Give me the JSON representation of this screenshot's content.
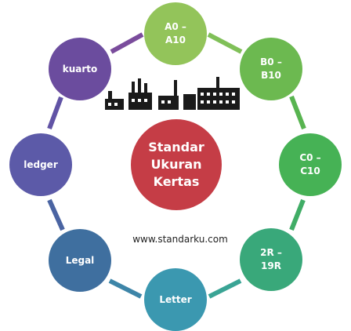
{
  "center": {
    "title": "Standar\nUkuran\nKertas"
  },
  "website": "www.standarku.com",
  "nodes": [
    {
      "label": "A0 –\nA10",
      "color": "#93c45a"
    },
    {
      "label": "B0 –\nB10",
      "color": "#6cb950"
    },
    {
      "label": "C0 –\nC10",
      "color": "#46b255"
    },
    {
      "label": "2R –\n19R",
      "color": "#39a87a"
    },
    {
      "label": "Letter",
      "color": "#3b98b0"
    },
    {
      "label": "Legal",
      "color": "#3f6f9f"
    },
    {
      "label": "ledger",
      "color": "#5c5aa8"
    },
    {
      "label": "kuarto",
      "color": "#6b4c9e"
    }
  ],
  "icons": {
    "factory": "factory-icon"
  }
}
